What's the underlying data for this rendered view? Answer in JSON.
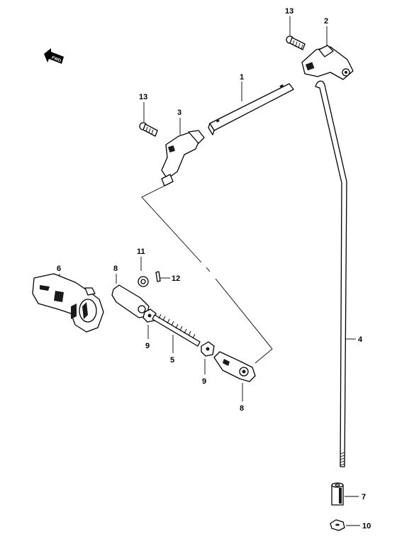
{
  "diagram": {
    "direction_marker": {
      "label": "FWD",
      "icon": "arrow-icon"
    },
    "callouts": [
      {
        "key": "p13a",
        "label": "13"
      },
      {
        "key": "p2",
        "label": "2"
      },
      {
        "key": "p1",
        "label": "1"
      },
      {
        "key": "p13b",
        "label": "13"
      },
      {
        "key": "p3",
        "label": "3"
      },
      {
        "key": "p11",
        "label": "11"
      },
      {
        "key": "p12",
        "label": "12"
      },
      {
        "key": "p6",
        "label": "6"
      },
      {
        "key": "p8a",
        "label": "8"
      },
      {
        "key": "p9a",
        "label": "9"
      },
      {
        "key": "p5",
        "label": "5"
      },
      {
        "key": "p9b",
        "label": "9"
      },
      {
        "key": "p8b",
        "label": "8"
      },
      {
        "key": "p4",
        "label": "4"
      },
      {
        "key": "p7",
        "label": "7"
      },
      {
        "key": "p10",
        "label": "10"
      }
    ]
  }
}
